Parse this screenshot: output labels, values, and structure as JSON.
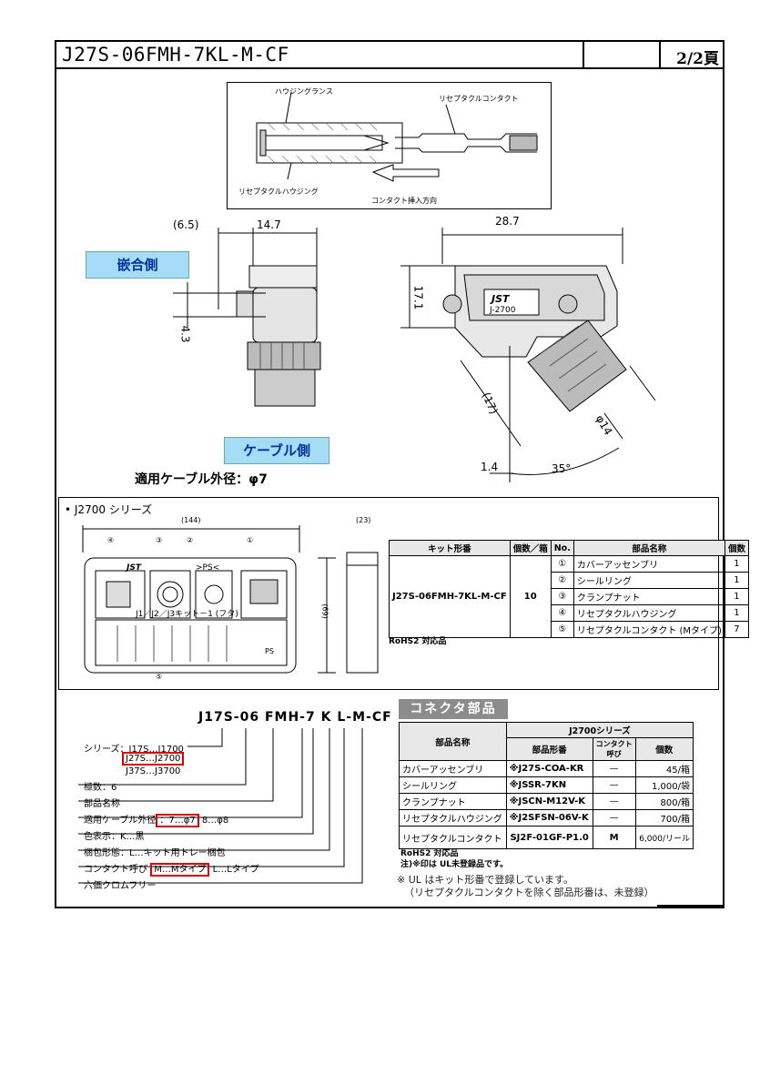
{
  "header": {
    "title": "J27S-06FMH-7KL-M-CF",
    "page": "2/2頁"
  },
  "top_diagram": {
    "housing_lance": "ハウジングランス",
    "receptacle_contact": "リセプタクルコンタクト",
    "receptacle_housing": "リセプタクルハウジング",
    "insert_direction": "コンタクト挿入方向"
  },
  "dims": {
    "d65": "(6.5)",
    "d147": "14.7",
    "d287": "28.7",
    "d171": "17.1",
    "d43": "4.3",
    "d17": "(17)",
    "d14": "1.4",
    "phi14": "φ14",
    "angle35": "35°",
    "brand": "JST",
    "model": "J-2700",
    "mating_side": "嵌合側",
    "cable_side": "ケーブル側",
    "cable_od": "適用ケーブル外径：φ7"
  },
  "kit": {
    "series_title": "• J2700 シリーズ",
    "d144": "(144)",
    "d23": "(23)",
    "d69": "(69)",
    "ps": ">PS<",
    "tray_label": "J1／J2／J3キット－1 (フタ)",
    "brand": "JST",
    "callouts": [
      "①",
      "②",
      "③",
      "④",
      "⑤"
    ],
    "pslogo": "PS",
    "rohs": "RoHS2 対応品",
    "table_headers": [
      "キット形番",
      "個数／箱",
      "No.",
      "部品名称",
      "個数"
    ],
    "kit_model": "J27S-06FMH-7KL-M-CF",
    "kit_qty": "10",
    "rows": [
      {
        "no": "①",
        "name": "カバーアッセンブリ",
        "qty": "1"
      },
      {
        "no": "②",
        "name": "シールリング",
        "qty": "1"
      },
      {
        "no": "③",
        "name": "クランプナット",
        "qty": "1"
      },
      {
        "no": "④",
        "name": "リセプタクルハウジング",
        "qty": "1"
      },
      {
        "no": "⑤",
        "name": "リセプタクルコンタクト (Mタイプ)",
        "qty": "7"
      }
    ]
  },
  "code": {
    "parts": [
      "J17S",
      "-",
      "06",
      "FMH",
      "-",
      "7",
      "K",
      "L",
      "-",
      "M",
      "-",
      "CF"
    ],
    "series_label": "シリーズ：J17S…J1700",
    "series_j27": "J27S…J2700",
    "series_j37": "J37S…J3700",
    "poles": "極数：6",
    "part_name": "部品名称",
    "cable_prefix": "適用ケーブル外径",
    "cable_box": "：7…φ7",
    "cable_suffix": "8…φ8",
    "color": "色表示：K…黒",
    "packing": "梱包形態：L…キット用トレー梱包",
    "contact_prefix": "コンタクト呼び",
    "contact_box": "M…Mタイプ",
    "contact_suffix": "L…Lタイプ",
    "chrome": "六価クロムフリー"
  },
  "connector": {
    "title": "コネクタ部品",
    "h_name": "部品名称",
    "h_series": "J2700シリーズ",
    "h_model": "部品形番",
    "h_contact": "コンタクト呼び",
    "h_qty": "個数",
    "rows": [
      {
        "name": "カバーアッセンブリ",
        "model": "※J27S-COA-KR",
        "contact": "—",
        "qty": "45/箱"
      },
      {
        "name": "シールリング",
        "model": "※JSSR-7KN",
        "contact": "—",
        "qty": "1,000/袋"
      },
      {
        "name": "クランプナット",
        "model": "※JSCN-M12V-K",
        "contact": "—",
        "qty": "800/箱"
      },
      {
        "name": "リセプタクルハウジング",
        "model": "※J2SFSN-06V-K",
        "contact": "—",
        "qty": "700/箱"
      },
      {
        "name": "リセプタクルコンタクト",
        "model": "SJ2F-01GF-P1.0",
        "contact": "M",
        "qty": "6,000/リール"
      }
    ],
    "rohs": "RoHS2 対応品",
    "note1": "注)※印は UL未登録品です。",
    "note2": "※ UL はキット形番で登録しています。",
    "note3": "（リセプタクルコンタクトを除く部品形番は、未登録）"
  }
}
